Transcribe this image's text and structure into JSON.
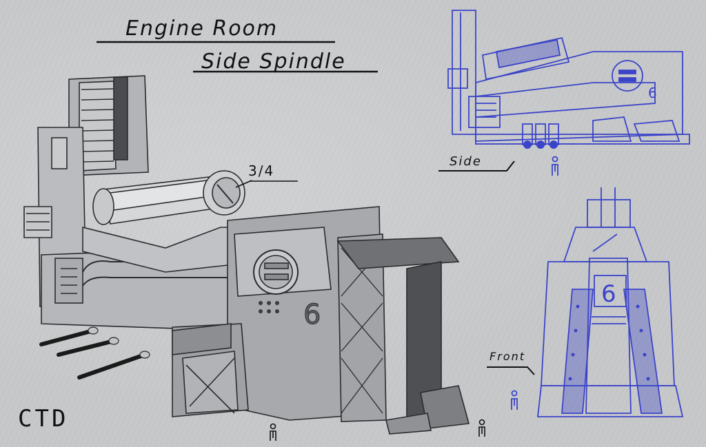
{
  "title": {
    "line1": "Engine Room",
    "line2": "Side Spindle"
  },
  "labels": {
    "three_quarter": "3/4",
    "side": "Side",
    "front": "Front"
  },
  "signature": "CTD",
  "colors": {
    "paper": "#c6c8ca",
    "ink": "#1a1a1a",
    "blue_ink": "#3b44c9",
    "grey_fill": "#8e9194",
    "dark_fill": "#4a4c4f"
  },
  "views": [
    "three-quarter-view",
    "side-view",
    "front-view"
  ],
  "panel_number": "6",
  "scale_figure_icon": "person-scale-icon"
}
